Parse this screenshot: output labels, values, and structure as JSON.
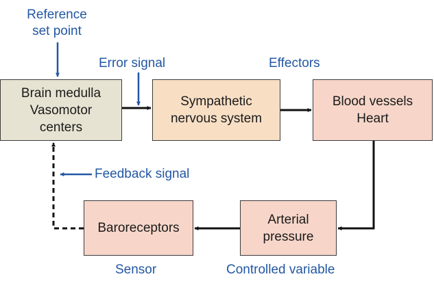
{
  "diagram": {
    "boxes": {
      "brain": {
        "lines": [
          "Brain medulla",
          "Vasomotor",
          "centers"
        ]
      },
      "sympathetic": {
        "lines": [
          "Sympathetic",
          "nervous system"
        ]
      },
      "vessels": {
        "lines": [
          "Blood vessels",
          "Heart"
        ]
      },
      "arterial": {
        "lines": [
          "Arterial",
          "pressure"
        ]
      },
      "baroreceptors": {
        "lines": [
          "Baroreceptors"
        ]
      }
    },
    "labels": {
      "reference": [
        "Reference",
        "set point"
      ],
      "error_signal": "Error signal",
      "effectors": "Effectors",
      "feedback_signal": "Feedback signal",
      "sensor": "Sensor",
      "controlled_variable": "Controlled variable"
    },
    "colors": {
      "label_blue": "#2257a3",
      "arrow_black": "#111111",
      "brain_fill": "#e7e3d2",
      "sympathetic_fill": "#f8dfc4",
      "vessels_fill": "#f7d6c9",
      "border": "#3a3a3a"
    }
  }
}
